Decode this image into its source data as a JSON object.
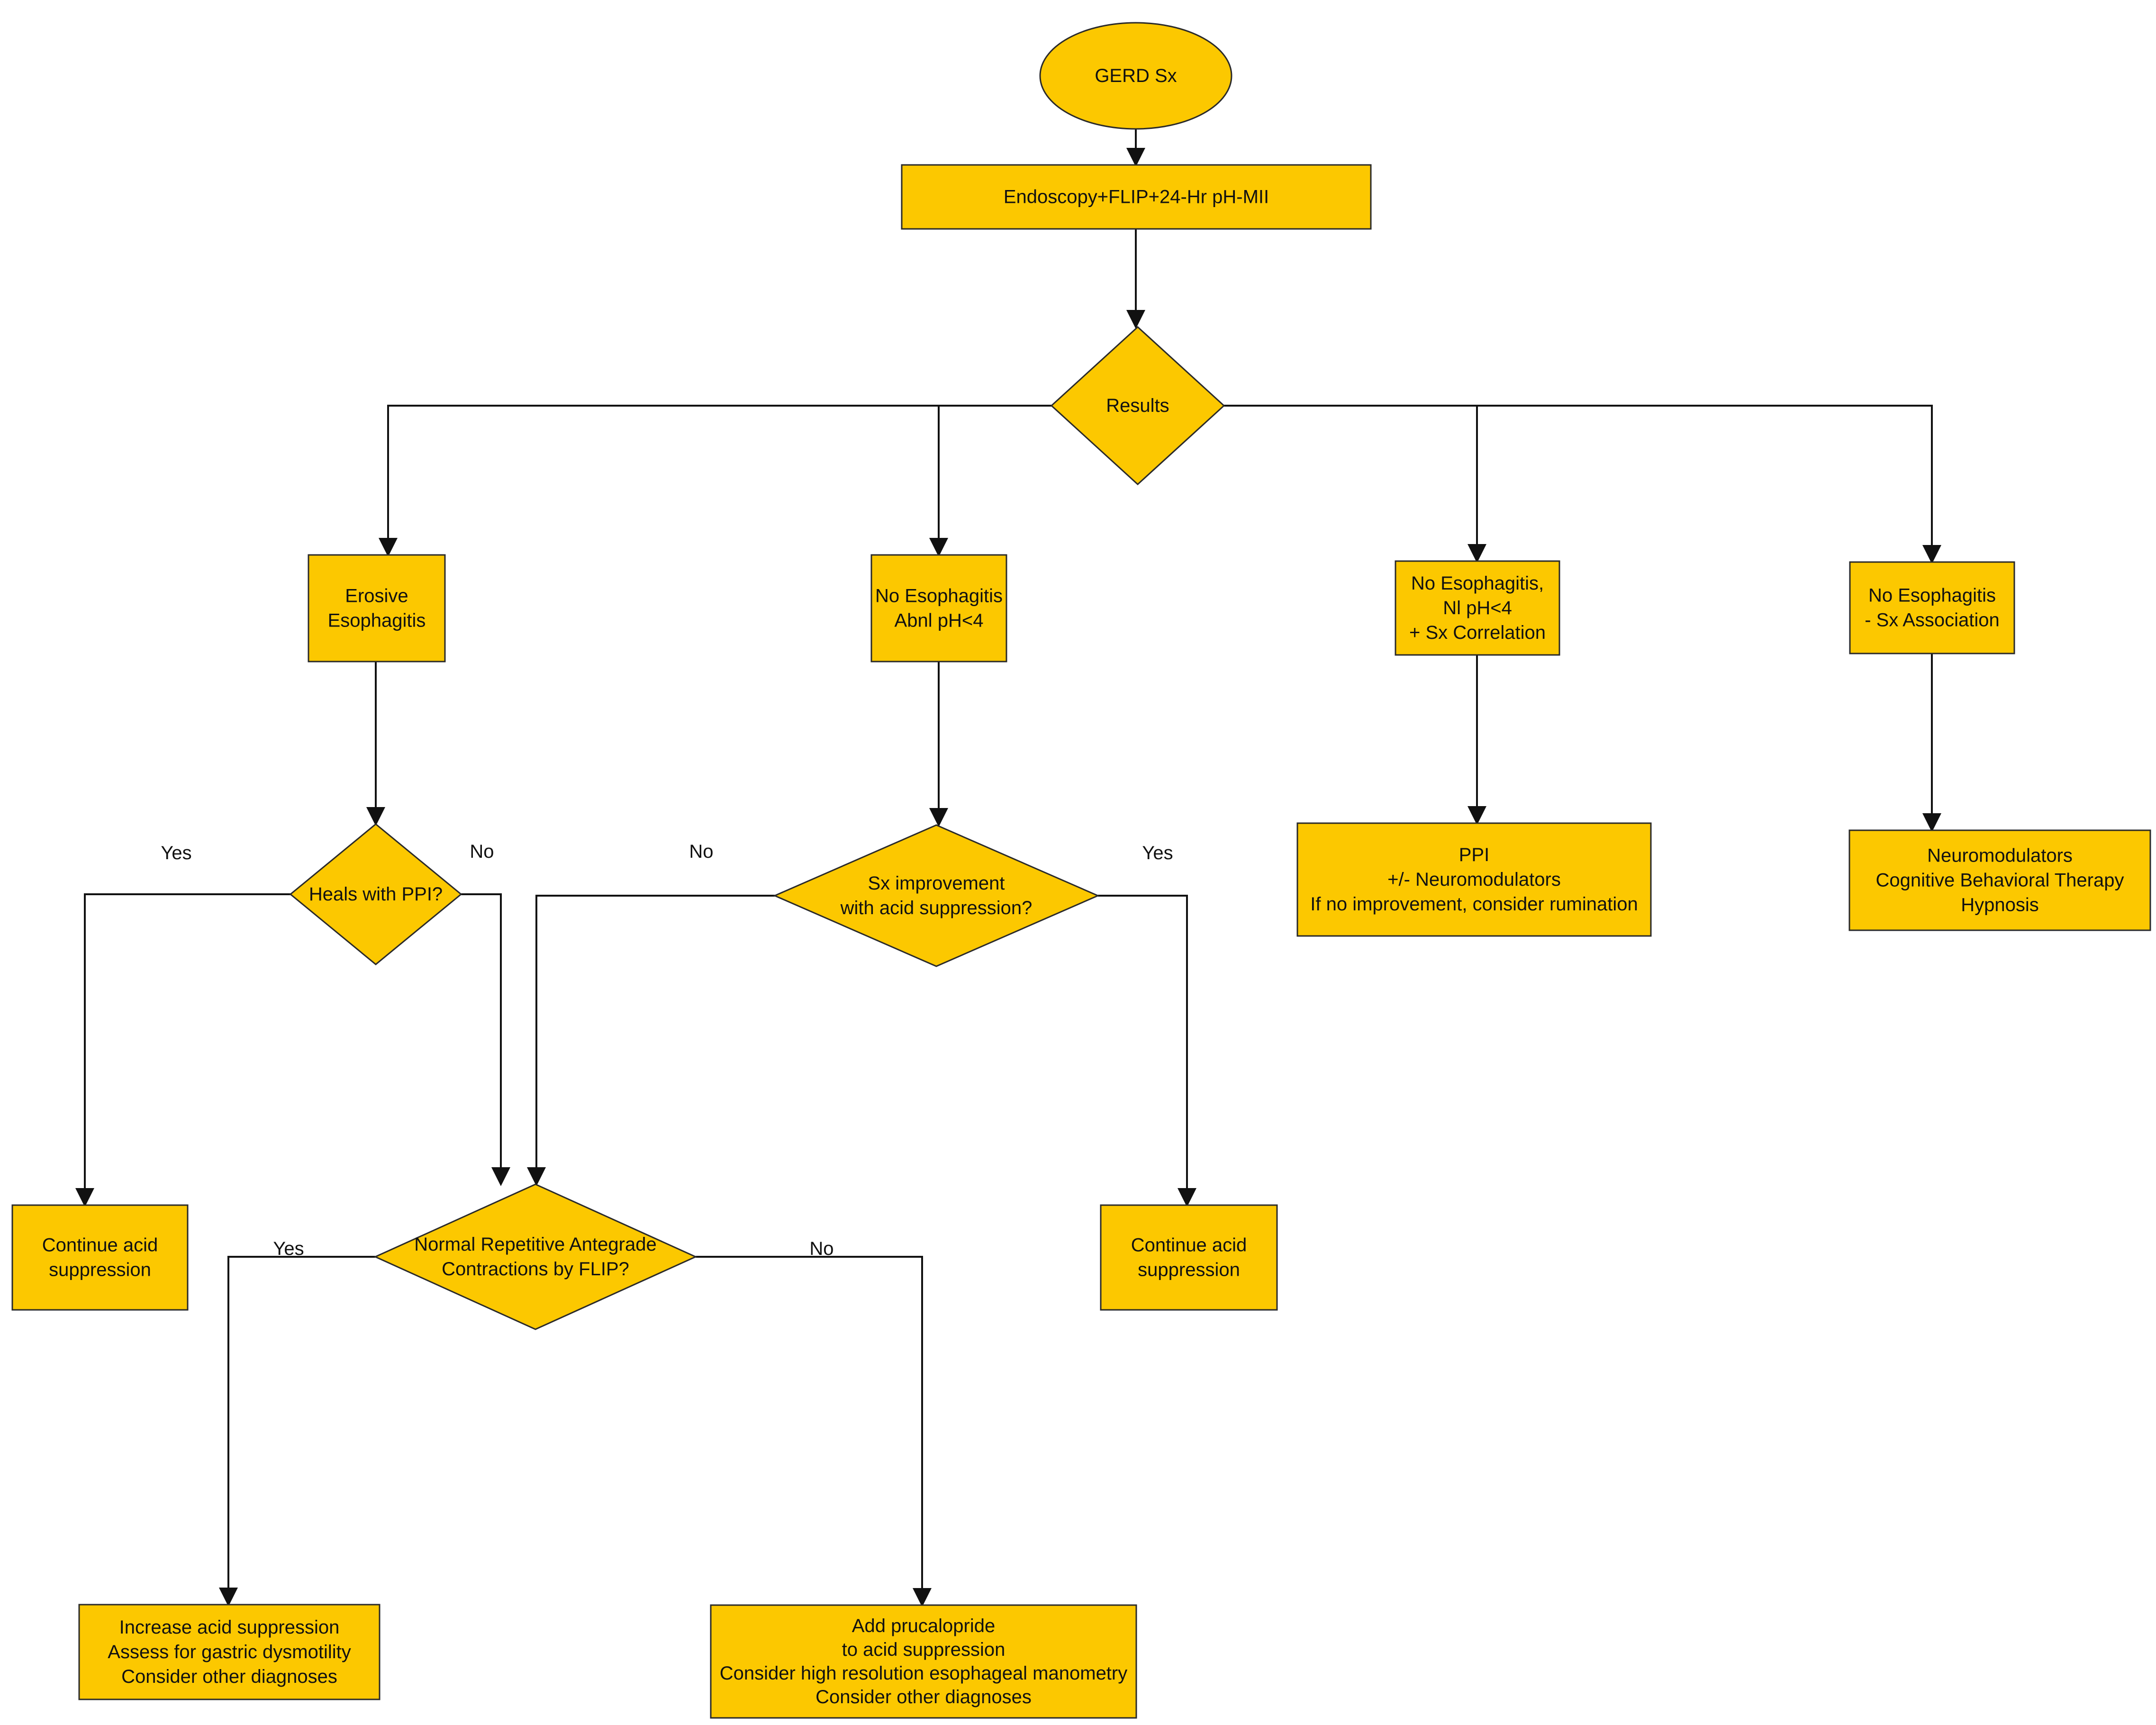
{
  "colors": {
    "node_fill": "#FCC800",
    "stroke": "#2a2a2a",
    "line": "#111111",
    "background": "#ffffff"
  },
  "nodes": {
    "start": {
      "lines": [
        "GERD Sx"
      ]
    },
    "tests": {
      "lines": [
        "Endoscopy+FLIP+24-Hr pH-MII"
      ]
    },
    "results": {
      "lines": [
        "Results"
      ]
    },
    "erosive": {
      "lines": [
        "Erosive",
        "Esophagitis"
      ]
    },
    "abnl_ph": {
      "lines": [
        "No Esophagitis",
        "Abnl pH<4"
      ]
    },
    "nl_ph_corr": {
      "lines": [
        "No Esophagitis,",
        "Nl pH<4",
        "+ Sx Correlation"
      ]
    },
    "no_assoc": {
      "lines": [
        "No Esophagitis",
        "- Sx Association"
      ]
    },
    "heals_ppi": {
      "lines": [
        "Heals with PPI?"
      ]
    },
    "sx_improve": {
      "lines": [
        "Sx improvement",
        "with acid suppression?"
      ]
    },
    "ppi_neuro": {
      "lines": [
        "PPI",
        "+/- Neuromodulators",
        "If no improvement, consider rumination"
      ]
    },
    "neuro_cbt": {
      "lines": [
        "Neuromodulators",
        "Cognitive Behavioral Therapy",
        "Hypnosis"
      ]
    },
    "continue_left": {
      "lines": [
        "Continue acid",
        "suppression"
      ]
    },
    "flip_rac": {
      "lines": [
        "Normal Repetitive Antegrade",
        "Contractions by FLIP?"
      ]
    },
    "continue_right": {
      "lines": [
        "Continue acid",
        "suppression"
      ]
    },
    "increase_acid": {
      "lines": [
        "Increase acid suppression",
        "Assess for gastric dysmotility",
        "Consider other diagnoses"
      ]
    },
    "prucalopride": {
      "lines": [
        "Add prucalopride",
        "to acid suppression",
        "Consider high resolution esophageal manometry",
        "Consider other diagnoses"
      ]
    }
  },
  "edge_labels": {
    "heals_yes": "Yes",
    "heals_no": "No",
    "improve_no": "No",
    "improve_yes": "Yes",
    "flip_yes": "Yes",
    "flip_no": "No"
  }
}
